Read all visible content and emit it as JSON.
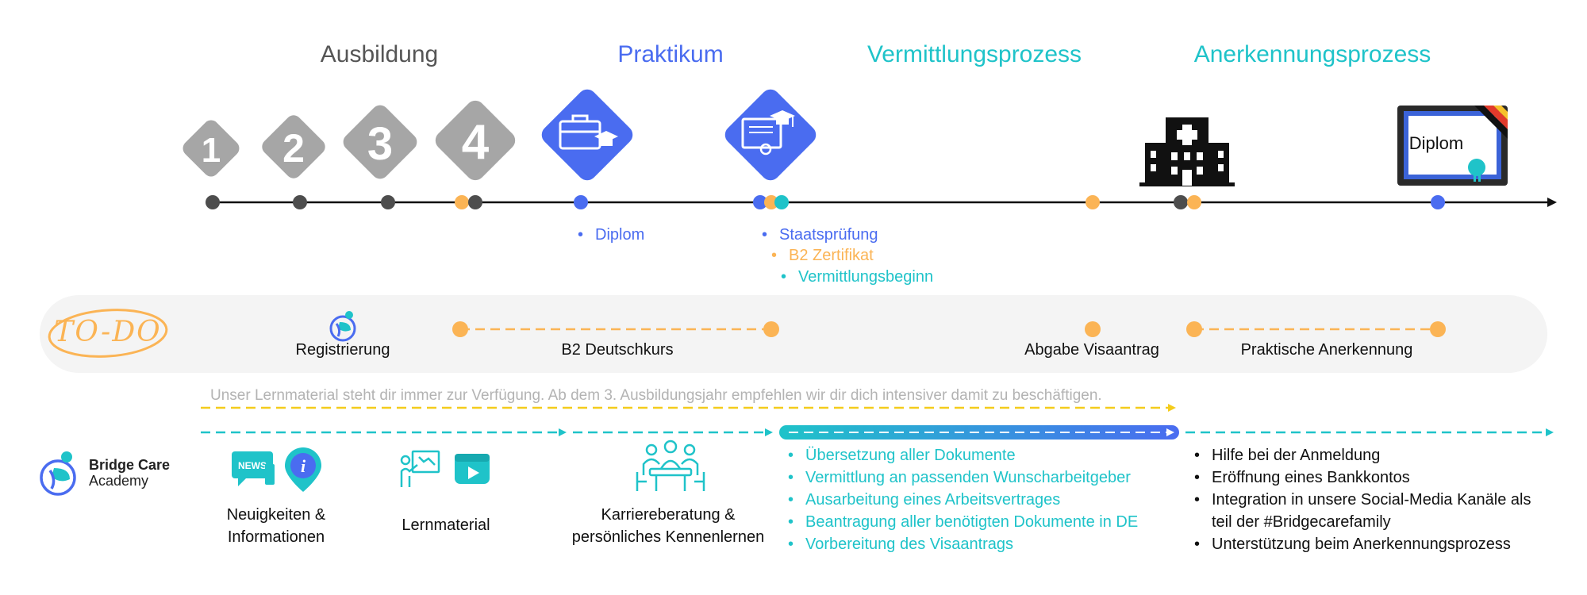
{
  "phases": {
    "ausbildung": "Ausbildung",
    "praktikum": "Praktikum",
    "vermittlung": "Vermittlungsprozess",
    "anerkennung": "Anerkennungsprozess"
  },
  "steps": [
    "1",
    "2",
    "3",
    "4"
  ],
  "milestones": {
    "diplom": "Diplom",
    "staatspruefung": "Staatsprüfung",
    "b2_zertifikat": "B2 Zertifikat",
    "vermittlungsbeginn": "Vermittlungsbeginn",
    "certificate_label": "Diplom"
  },
  "todo": {
    "badge": "TO-DO",
    "registrierung": "Registrierung",
    "b2_kurs": "B2 Deutschkurs",
    "visaantrag": "Abgabe Visaantrag",
    "praktische_anerkennung": "Praktische Anerkennung"
  },
  "note": "Unser Lernmaterial steht dir immer zur Verfügung. Ab dem 3. Ausbildungsjahr empfehlen wir dir dich intensiver damit zu beschäftigen.",
  "brand": {
    "line1": "Bridge Care",
    "line2": "Academy"
  },
  "news_label": "NEWS",
  "services": {
    "neuigkeiten_line1": "Neuigkeiten &",
    "neuigkeiten_line2": "Informationen",
    "lernmaterial": "Lernmaterial",
    "karriere_line1": "Karriereberatung &",
    "karriere_line2": "persönliches Kennenlernen"
  },
  "vermittlung_list": [
    "Übersetzung aller Dokumente",
    "Vermittlung an passenden Wunscharbeitgeber",
    "Ausarbeitung eines Arbeitsvertrages",
    "Beantragung aller benötigten Dokumente in DE",
    "Vorbereitung des Visaantrags"
  ],
  "anerkennung_list": [
    "Hilfe bei der Anmeldung",
    "Eröffnung eines Bankkontos",
    "Integration in unsere Social-Media Kanäle als",
    "teil der #Bridgecarefamily",
    "Unterstützung beim Anerkennungsprozess"
  ],
  "colors": {
    "gray_phase": "#555555",
    "blue": "#4a6cf0",
    "teal": "#1fc3c9",
    "orange": "#fbb455",
    "dark_dot": "#4d4d4d",
    "diamond_gray": "#a6a6a6",
    "yellow_line": "#f4cc1c"
  },
  "icons": {
    "briefcase": "briefcase-graduation-icon",
    "certificate": "certificate-graduation-icon",
    "hospital": "hospital-icon",
    "diploma": "diploma-frame-icon",
    "news": "news-icon",
    "info": "info-icon",
    "teacher": "teacher-board-icon",
    "video": "video-play-icon",
    "meeting": "meeting-table-icon",
    "logo": "bridge-care-logo-icon"
  }
}
